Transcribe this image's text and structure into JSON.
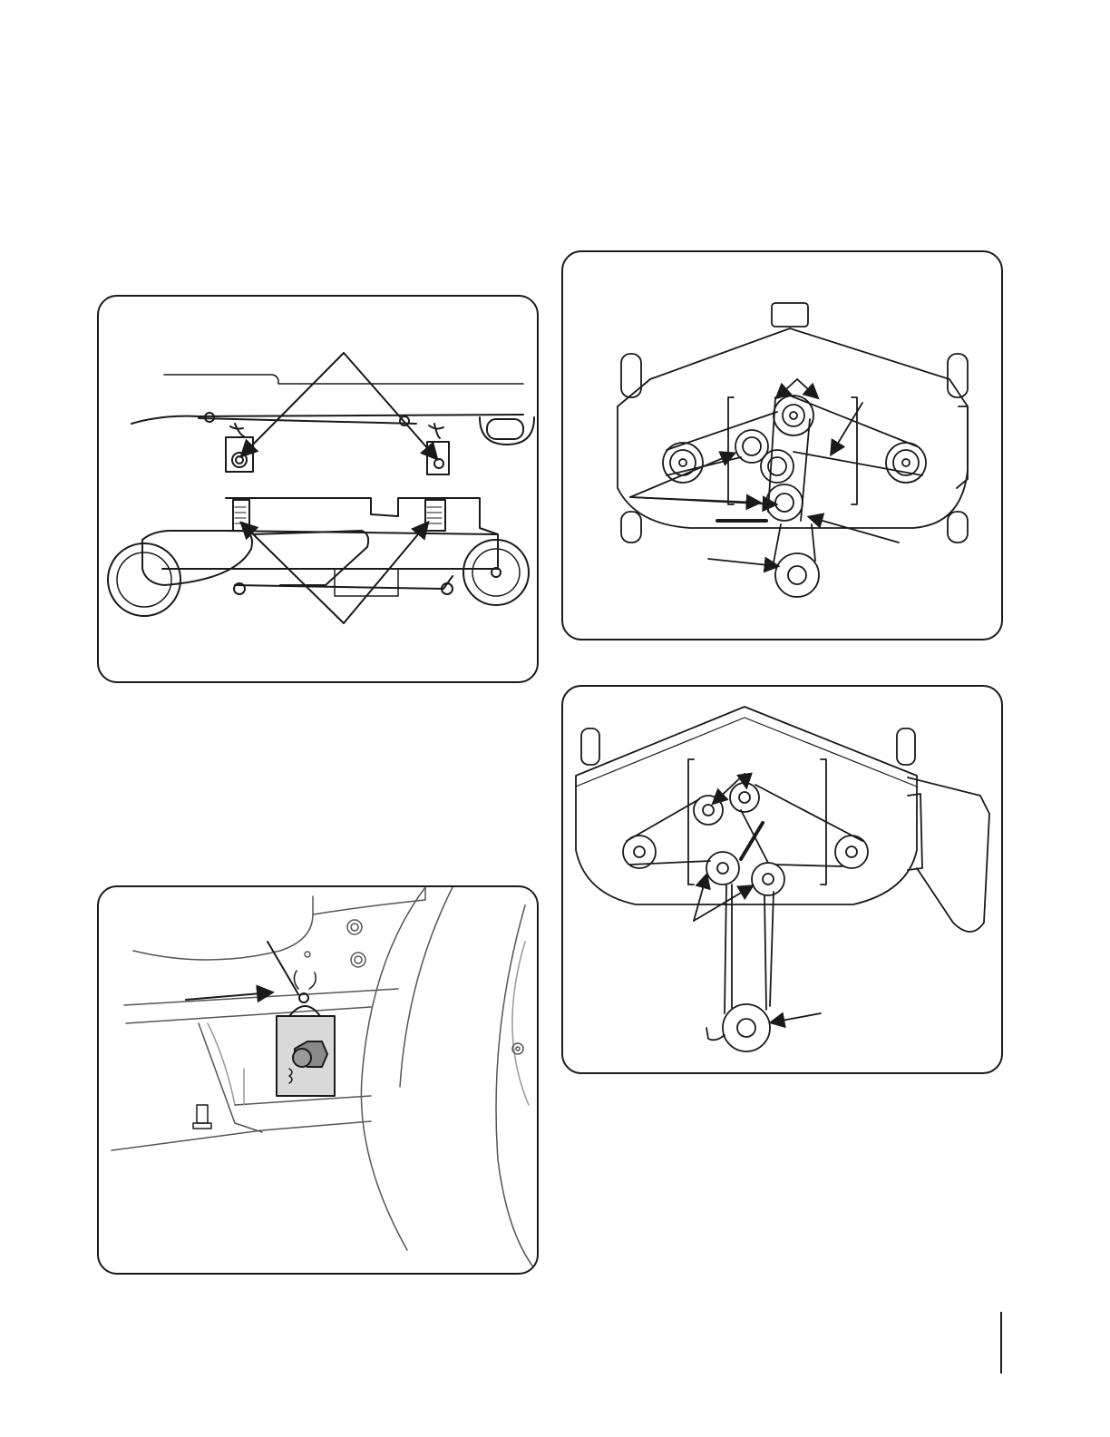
{
  "page": {
    "background": "#ffffff",
    "ink": "#1a1a1a"
  },
  "figures": [
    {
      "id": "deck-side-view",
      "icon": "mower-deck-side-illustration"
    },
    {
      "id": "hitch-pin-detail",
      "icon": "deck-hanger-pin-illustration"
    },
    {
      "id": "deck-belt-routing-top",
      "icon": "mower-deck-belt-diagram"
    },
    {
      "id": "deck-belt-routing-alt",
      "icon": "mower-deck-belt-diagram-with-chute"
    }
  ]
}
